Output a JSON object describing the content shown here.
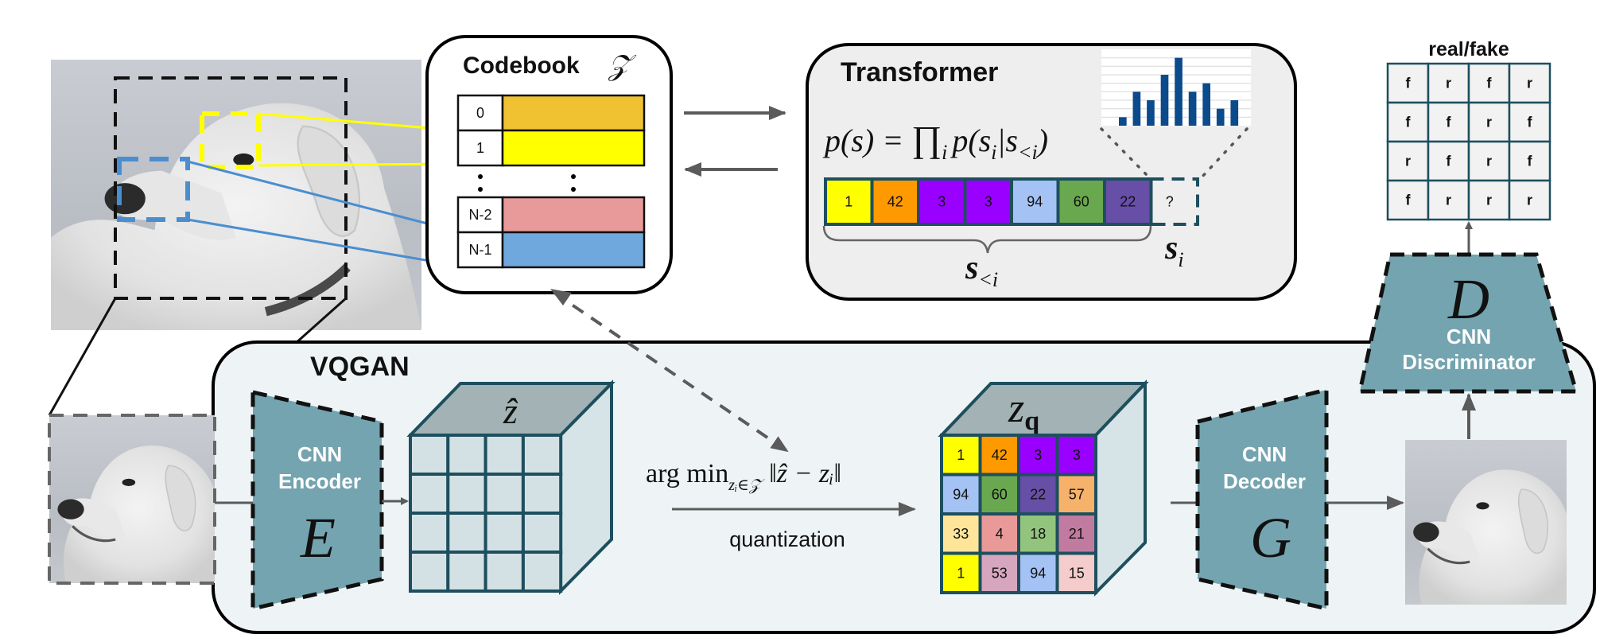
{
  "colors": {
    "teal_dark": "#1d4f5e",
    "trapezoid_fill": "#74a4b0",
    "vqgan_bg": "#eef4f5",
    "transformer_bg": "#eeeeee",
    "arrow_gray": "#5b5b5b",
    "cube_top": "#a3b3b5",
    "cube_side": "#d7e4e7",
    "cube_cell": "#d3e1e5",
    "rf_cell": "#f2f2f2",
    "hist_bar": "#0b4a8b",
    "yellow_link": "#ffff00",
    "blue_link": "#4a8ed0"
  },
  "codebook": {
    "title": "Codebook",
    "symbol": "𝒵",
    "rows_top": [
      {
        "index": "0",
        "color": "#f0c232"
      },
      {
        "index": "1",
        "color": "#ffff00"
      }
    ],
    "ellipsis": "⋮",
    "rows_bottom": [
      {
        "index": "N-2",
        "color": "#e89a9a"
      },
      {
        "index": "N-1",
        "color": "#6fa8dc"
      }
    ]
  },
  "transformer": {
    "title": "Transformer",
    "formula": {
      "lhs": "p(s) = ",
      "prod": "∏",
      "prod_sub": "i",
      "rhs_open": "p(s",
      "rhs_sub_i": "i",
      "rhs_bar": "|s",
      "rhs_sub_lt": "<i",
      "rhs_close": ")"
    },
    "sequence": [
      {
        "value": "1",
        "color": "#ffff00"
      },
      {
        "value": "42",
        "color": "#ff9900"
      },
      {
        "value": "3",
        "color": "#9900ff"
      },
      {
        "value": "3",
        "color": "#9900ff"
      },
      {
        "value": "94",
        "color": "#a4c2f4"
      },
      {
        "value": "60",
        "color": "#6aa84f"
      },
      {
        "value": "22",
        "color": "#674ea7"
      }
    ],
    "next_token": "?",
    "brace_label": "s",
    "brace_sub": "<i",
    "si_label": "s",
    "si_sub": "i",
    "histogram": {
      "values": [
        1,
        4,
        3,
        6,
        8,
        4,
        5,
        2,
        3
      ],
      "max": 9
    }
  },
  "real_fake": {
    "title": "real/fake",
    "grid": [
      [
        "f",
        "r",
        "f",
        "r"
      ],
      [
        "f",
        "f",
        "r",
        "f"
      ],
      [
        "r",
        "f",
        "r",
        "f"
      ],
      [
        "f",
        "r",
        "r",
        "r"
      ]
    ]
  },
  "discriminator": {
    "symbol": "D",
    "line1": "CNN",
    "line2": "Discriminator"
  },
  "vqgan": {
    "title": "VQGAN",
    "encoder": {
      "line1": "CNN",
      "line2": "Encoder",
      "symbol": "E"
    },
    "decoder": {
      "line1": "CNN",
      "line2": "Decoder",
      "symbol": "G"
    },
    "z_hat_label": "ẑ",
    "z_q_label": "z",
    "z_q_sub": "q",
    "argmin": {
      "op": "arg min",
      "sub": "zᵢ∈𝒵",
      "norm": "‖ẑ − zᵢ‖"
    },
    "quantization_label": "quantization",
    "z_q_grid": [
      [
        {
          "value": "1",
          "color": "#ffff00"
        },
        {
          "value": "42",
          "color": "#ff9900"
        },
        {
          "value": "3",
          "color": "#9900ff"
        },
        {
          "value": "3",
          "color": "#9900ff"
        }
      ],
      [
        {
          "value": "94",
          "color": "#a4c2f4"
        },
        {
          "value": "60",
          "color": "#6aa84f"
        },
        {
          "value": "22",
          "color": "#674ea7"
        },
        {
          "value": "57",
          "color": "#f6b26b"
        }
      ],
      [
        {
          "value": "33",
          "color": "#ffe599"
        },
        {
          "value": "4",
          "color": "#ea9999"
        },
        {
          "value": "18",
          "color": "#93c47d"
        },
        {
          "value": "21",
          "color": "#c27ba0"
        }
      ],
      [
        {
          "value": "1",
          "color": "#ffff00"
        },
        {
          "value": "53",
          "color": "#d5a6bd"
        },
        {
          "value": "94",
          "color": "#a4c2f4"
        },
        {
          "value": "15",
          "color": "#f4cccc"
        }
      ]
    ]
  },
  "images": {
    "source_photo": "dog-photo",
    "input_photo": "dog-input-crop",
    "output_photo": "dog-reconstruction"
  }
}
